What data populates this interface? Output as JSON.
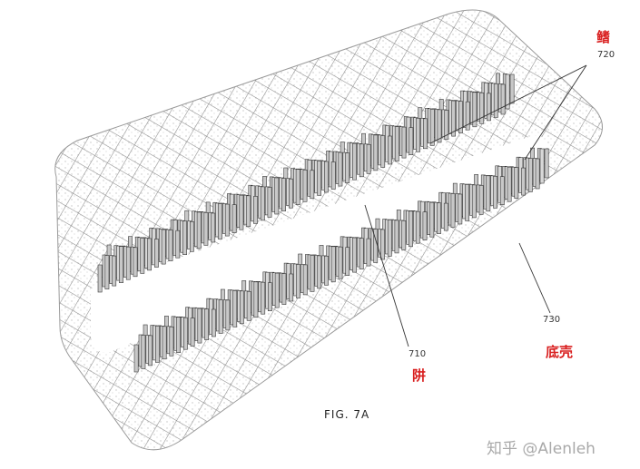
{
  "figure": {
    "caption": "FIG. 7A",
    "callouts": {
      "fin": {
        "number": "720",
        "label": "鳍"
      },
      "gap": {
        "number": "710",
        "label": "阱"
      },
      "shell": {
        "number": "730",
        "label": "底壳"
      }
    },
    "label_color": "#d92020",
    "fin_rows": 2,
    "fin_fill": "#c8c8c8",
    "hatch_color": "#8a8a8a"
  },
  "watermark": "知乎 @Alenleh"
}
